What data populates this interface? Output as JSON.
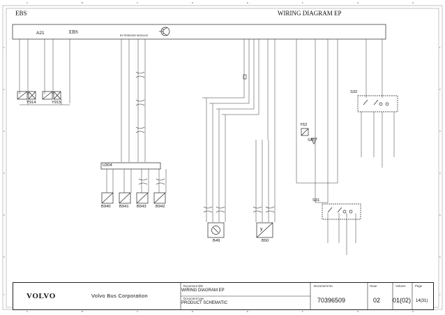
{
  "header": {
    "left_title": "EBS",
    "right_title": "WIRING DIAGRAM EP"
  },
  "frame": {
    "columns_top": [
      "A",
      "B",
      "C",
      "D",
      "E",
      "F",
      "G",
      "H"
    ],
    "columns_bottom": [
      "A",
      "B",
      "C",
      "D",
      "E",
      "F",
      "G",
      "H"
    ],
    "rows": [
      "1",
      "2",
      "3",
      "4",
      "5",
      "6",
      "7"
    ]
  },
  "ecu": {
    "ref": "A21",
    "name": "EBS",
    "module": "BYTE/BOGIE MODULE"
  },
  "components": {
    "y914": "Y914",
    "y915": "Y915",
    "u304": "U304",
    "b940": "B940",
    "b941": "B941",
    "b943": "B943",
    "b942": "B942",
    "b49": "B49",
    "b50": "B50",
    "s32": "S32",
    "y62": "Y62",
    "s45": "S45",
    "s31": "S31"
  },
  "title_block": {
    "brand": "VOLVO",
    "company": "Volvo Bus Corporation",
    "doc_title_label": "Document title",
    "doc_title": "WIRING DIAGRAM EP",
    "doc_type_label": "Document type",
    "doc_type": "PRODUCT SCHEMATIC",
    "doc_no_label": "Document No",
    "doc_no": "70396509",
    "issue_label": "Issue",
    "issue": "02",
    "volume_label": "Volume",
    "volume": "01(02)",
    "page_label": "Page",
    "page": "14(31)"
  }
}
